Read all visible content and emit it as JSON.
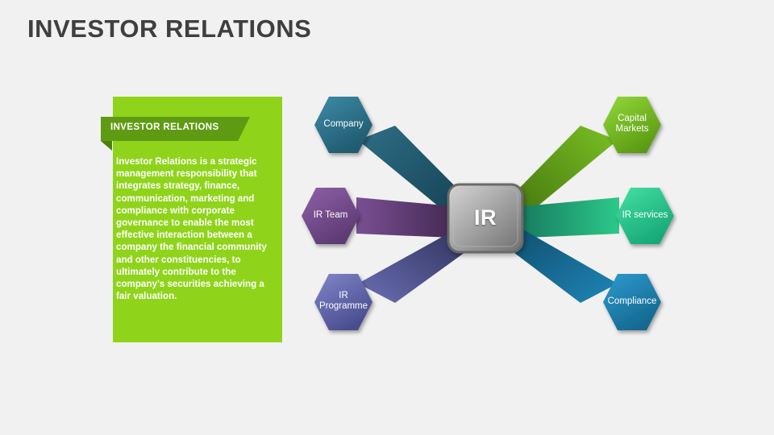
{
  "page": {
    "title": "INVESTOR RELATIONS",
    "background_color": "#f1f1f1",
    "title_color": "#3f3f3f"
  },
  "panel": {
    "tab_label": "INVESTOR RELATIONS",
    "body_text": "Investor Relations  is a strategic management responsibility that integrates strategy, finance, communication, marketing and compliance with corporate governance to enable the most effective interaction between a company the financial community and other constituencies, to ultimately contribute to the company’s securities achieving a fair valuation.",
    "background_color": "#8fd41b",
    "tab_color": "#5f9b12",
    "text_color": "#ffffff"
  },
  "diagram": {
    "hub": {
      "label": "IR",
      "color": "#8d8d8d"
    },
    "nodes": [
      {
        "id": "company",
        "label": "Company",
        "color": "#2e6f86",
        "connector_color": "#1d4f63"
      },
      {
        "id": "capital",
        "label": "Capital\nMarkets",
        "label_line1": "Capital",
        "label_line2": "Markets",
        "color": "#7bc123",
        "connector_color": "#5d9a18"
      },
      {
        "id": "ir-team",
        "label": "IR Team",
        "color": "#7a4f93",
        "connector_color": "#55345f"
      },
      {
        "id": "ir-services",
        "label": "IR services",
        "color": "#2cc98a",
        "connector_color": "#1e9e72"
      },
      {
        "id": "ir-programme",
        "label": "IR\nProgramme",
        "label_line1": "IR",
        "label_line2": "Programme",
        "color": "#6b6fb5",
        "connector_color": "#3c3f72"
      },
      {
        "id": "compliance",
        "label": "Compliance",
        "color": "#1f86b8",
        "connector_color": "#176a92"
      }
    ]
  }
}
